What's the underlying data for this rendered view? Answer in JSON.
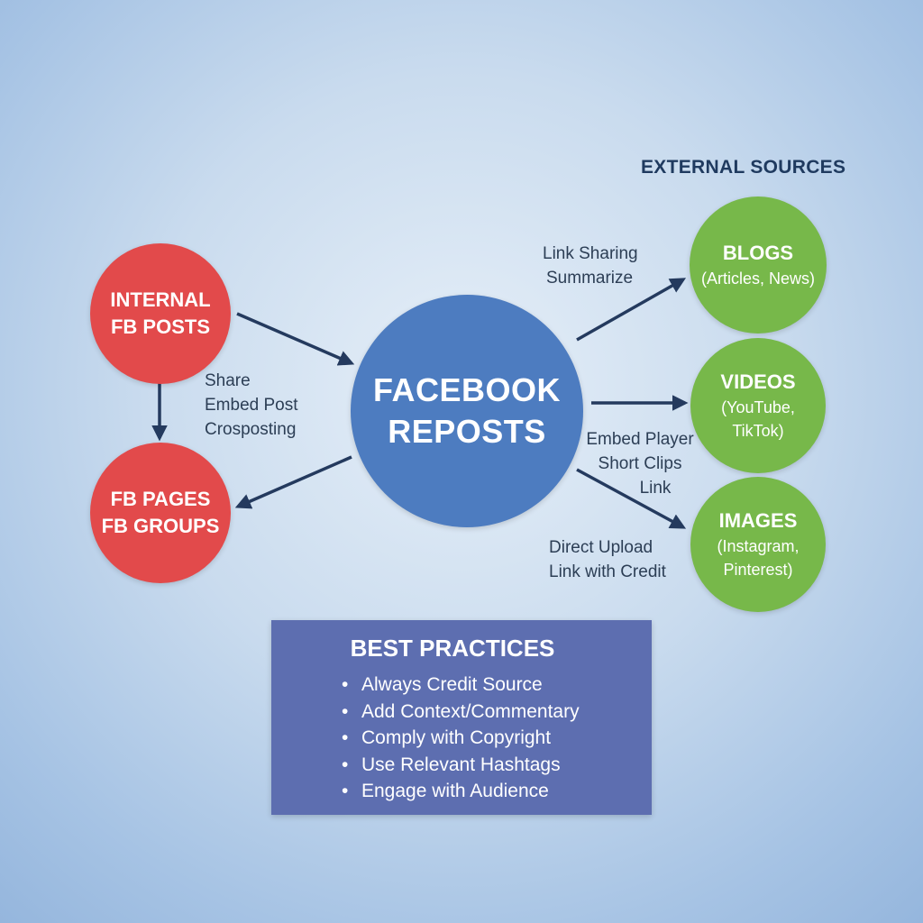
{
  "center": {
    "line1": "FACEBOOK",
    "line2": "REPOSTS"
  },
  "internal_posts": {
    "line1": "INTERNAL",
    "line2": "FB POSTS"
  },
  "fb_pages": {
    "line1": "FB PAGES",
    "line2": "FB GROUPS"
  },
  "external_heading": "EXTERNAL SOURCES",
  "blogs": {
    "title": "BLOGS",
    "sub": "(Articles, News)"
  },
  "videos": {
    "title": "VIDEOS",
    "sub1": "(YouTube,",
    "sub2": "TikTok)"
  },
  "images": {
    "title": "IMAGES",
    "sub1": "(Instagram,",
    "sub2": "Pinterest)"
  },
  "labels": {
    "share": [
      "Share",
      "Embed Post",
      "Crosposting"
    ],
    "blogs": [
      "Link Sharing",
      "Summarize"
    ],
    "videos": [
      "Embed Player",
      "Short Clips",
      "Link"
    ],
    "images": [
      "Direct Upload",
      "Link with Credit"
    ]
  },
  "best_practices": {
    "title": "BEST PRACTICES",
    "items": [
      "Always Credit Source",
      "Add Context/Commentary",
      "Comply with Copyright",
      "Use Relevant Hashtags",
      "Engage with Audience"
    ]
  },
  "colors": {
    "internal": "#e24a4b",
    "external": "#77b84a",
    "center": "#4d7cc0",
    "best_practices": "#5d6eb0",
    "arrow": "#243a5e"
  }
}
